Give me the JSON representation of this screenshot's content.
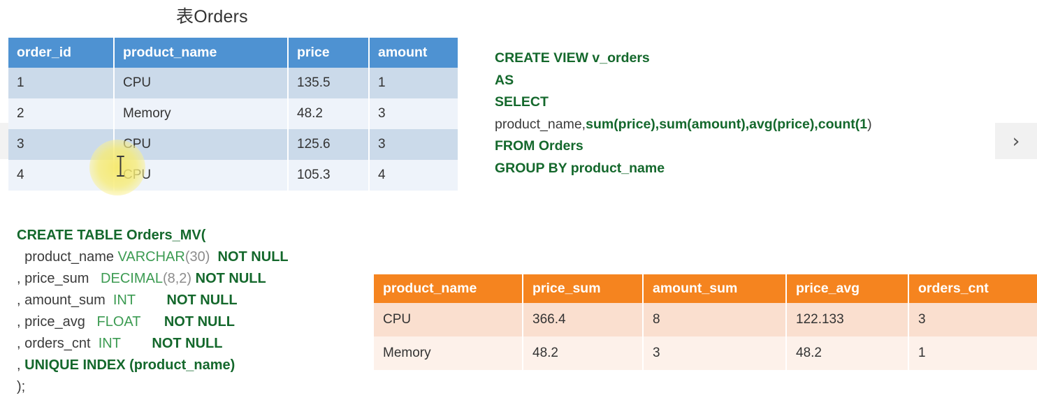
{
  "slide": {
    "title": "表Orders"
  },
  "orders_table": {
    "name": "Orders",
    "header_color": "#4e92d2",
    "row_colors": [
      "#cbdaea",
      "#eef3fa"
    ],
    "columns": [
      "order_id",
      "product_name",
      "price",
      "amount"
    ],
    "rows": [
      [
        "1",
        "CPU",
        "135.5",
        "1"
      ],
      [
        "2",
        "Memory",
        "48.2",
        "3"
      ],
      [
        "3",
        "CPU",
        "125.6",
        "3"
      ],
      [
        "4",
        "CPU",
        "105.3",
        "4"
      ]
    ]
  },
  "create_view": {
    "lines": [
      [
        {
          "t": "CREATE VIEW v_orders",
          "s": "kw"
        }
      ],
      [
        {
          "t": "AS",
          "s": "kw"
        }
      ],
      [
        {
          "t": "SELECT",
          "s": "kw"
        }
      ],
      [
        {
          "t": "product_name,",
          "s": "plain"
        },
        {
          "t": "sum(price),sum(amount),avg(price),count(",
          "s": "fn"
        },
        {
          "t": "1",
          "s": "fn"
        },
        {
          "t": ")",
          "s": "plain"
        }
      ],
      [
        {
          "t": "FROM Orders",
          "s": "kw"
        }
      ],
      [
        {
          "t": "GROUP BY product_name",
          "s": "kw"
        }
      ]
    ]
  },
  "create_table": {
    "lines": [
      [
        {
          "t": "CREATE TABLE Orders_MV(",
          "s": "nn"
        }
      ],
      [
        {
          "t": "  product_name ",
          "s": "id"
        },
        {
          "t": "VARCHAR",
          "s": "type"
        },
        {
          "t": "(30)",
          "s": "num"
        },
        {
          "t": "  NOT NULL",
          "s": "nn"
        }
      ],
      [
        {
          "t": ", price_sum   ",
          "s": "id"
        },
        {
          "t": "DECIMAL",
          "s": "type"
        },
        {
          "t": "(8,2)",
          "s": "num"
        },
        {
          "t": " NOT NULL",
          "s": "nn"
        }
      ],
      [
        {
          "t": ", amount_sum  ",
          "s": "id"
        },
        {
          "t": "INT",
          "s": "type"
        },
        {
          "t": "        NOT NULL",
          "s": "nn"
        }
      ],
      [
        {
          "t": ", price_avg   ",
          "s": "id"
        },
        {
          "t": "FLOAT",
          "s": "type"
        },
        {
          "t": "      NOT NULL",
          "s": "nn"
        }
      ],
      [
        {
          "t": ", orders_cnt  ",
          "s": "id"
        },
        {
          "t": "INT",
          "s": "type"
        },
        {
          "t": "        NOT NULL",
          "s": "nn"
        }
      ],
      [
        {
          "t": ", ",
          "s": "id"
        },
        {
          "t": "UNIQUE INDEX (product_name)",
          "s": "nn"
        }
      ],
      [
        {
          "t": ");",
          "s": "id"
        }
      ]
    ]
  },
  "mv_table": {
    "name": "Orders_MV",
    "header_color": "#f5841f",
    "row_colors": [
      "#fadfcf",
      "#fdf1ea"
    ],
    "columns": [
      "product_name",
      "price_sum",
      "amount_sum",
      "price_avg",
      "orders_cnt"
    ],
    "rows": [
      [
        "CPU",
        "366.4",
        "8",
        "122.133",
        "3"
      ],
      [
        "Memory",
        "48.2",
        "3",
        "48.2",
        "1"
      ]
    ]
  },
  "nav": {
    "next_icon": "›",
    "next_label": "Next slide",
    "prev_label": "Previous slide"
  },
  "colors": {
    "keyword_green": "#14682c",
    "type_green": "#3c9b52",
    "identifier_gray": "#3b3b3b",
    "number_gray": "#8c8c8c",
    "highlight_yellow": "#f6e860"
  }
}
